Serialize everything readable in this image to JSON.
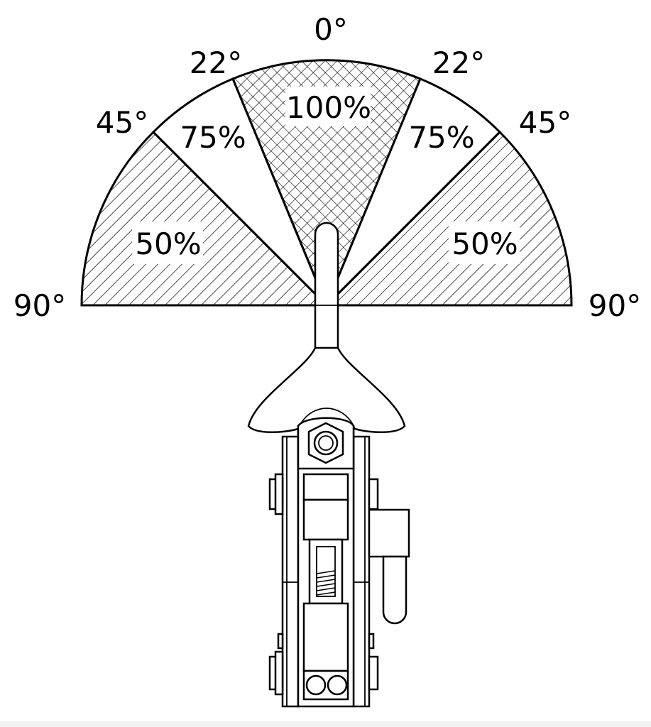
{
  "angle_labels": {
    "top_center": "0°",
    "upper_left": "22°",
    "upper_right": "22°",
    "mid_left": "45°",
    "mid_right": "45°",
    "base_left": "90°",
    "base_right": "90°"
  },
  "load_zones": {
    "center": "100%",
    "inner_left": "75%",
    "inner_right": "75%",
    "outer_left": "50%",
    "outer_right": "50%"
  },
  "colors": {
    "line": "#000000",
    "background": "#ffffff"
  }
}
